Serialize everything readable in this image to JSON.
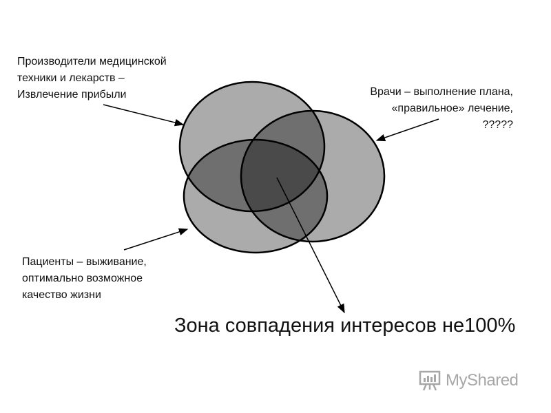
{
  "labels": {
    "manufacturers": {
      "lines": [
        "Производители медицинской",
        "техники и лекарств –",
        "Извлечение прибыли"
      ]
    },
    "doctors": {
      "lines": [
        "Врачи – выполнение плана,",
        "«правильное» лечение,",
        "?????"
      ]
    },
    "patients": {
      "lines": [
        "Пациенты – выживание,",
        "оптимально возможное",
        "качество жизни"
      ]
    },
    "zone": "Зона совпадения интересов не100%"
  },
  "watermark": {
    "text": "MyShared",
    "icon": "presentation-board-icon"
  },
  "colors": {
    "circle_fill": "#ababab",
    "pair_overlap": "#6f6f6f",
    "triple_overlap": "#4a4a4a",
    "outline": "#000000"
  }
}
